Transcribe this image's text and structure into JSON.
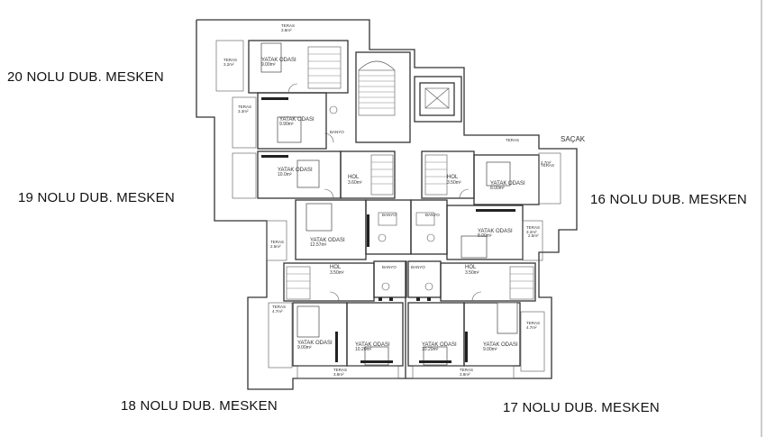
{
  "units": {
    "u20": "20 NOLU DUB. MESKEN",
    "u19": "19 NOLU DUB. MESKEN",
    "u16": "16 NOLU DUB. MESKEN",
    "u18": "18 NOLU DUB. MESKEN",
    "u17": "17 NOLU DUB. MESKEN"
  },
  "plan": {
    "sacak": "SAÇAK",
    "terrace_top_name": "TERAS",
    "terrace_top_area": "3.8m²",
    "terrace_tl_name": "TERAS",
    "terrace_tl_area": "3.2m²",
    "terrace_l2_name": "TERAS",
    "terrace_l2_area": "3.3m²",
    "terrace_r1_name": "TERAS",
    "terrace_r1_area": "2.7m²",
    "terrace_r2_name": "TERAS",
    "terrace_r2_area": "3.2m²",
    "terrace_l3_name": "TERAS",
    "terrace_l3_area": "2.5m²",
    "terrace_r3_name": "TERAS",
    "terrace_r3_area": "2.5m²",
    "terrace_l4_name": "TERAS",
    "terrace_l4_area": "4.7m²",
    "terrace_r4_name": "TERAS",
    "terrace_r4_area": "4.7m²",
    "terrace_b1_name": "TERAS",
    "terrace_b1_area": "3.8m²",
    "terrace_b2_name": "TERAS",
    "terrace_b2_area": "3.8m²",
    "room_yo1_name": "YATAK ODASI",
    "room_yo1_area": "9.00m²",
    "room_yo2_name": "YATAK ODASI",
    "room_yo2_area": "9.90m²",
    "room_yo3_name": "YATAK ODASI",
    "room_yo3_area": "10.0m²",
    "room_yo4_name": "YATAK ODASI",
    "room_yo4_area": "8.00m²",
    "room_yo5_name": "YATAK ODASI",
    "room_yo5_area": "12.57m²",
    "room_yo6_name": "YATAK ODASI",
    "room_yo6_area": "8.00m²",
    "room_yo7_name": "YATAK ODASI",
    "room_yo7_area": "9.00m²",
    "room_yo8_name": "YATAK ODASI",
    "room_yo8_area": "10.20m²",
    "room_yo9_name": "YATAK ODASI",
    "room_yo9_area": "10.20m²",
    "room_yo10_name": "YATAK ODASI",
    "room_yo10_area": "9.00m²",
    "hol1_name": "HOL",
    "hol1_area": "3.60m²",
    "hol2_name": "HOL",
    "hol2_area": "3.50m²",
    "hol3_name": "HOL",
    "hol3_area": "3.50m²",
    "hol4_name": "HOL",
    "hol4_area": "3.50m²",
    "banyo1": "BANYO",
    "banyo2": "BANYO",
    "banyo3": "BANYO",
    "banyo4": "BANYO",
    "banyo5": "BANYO"
  }
}
